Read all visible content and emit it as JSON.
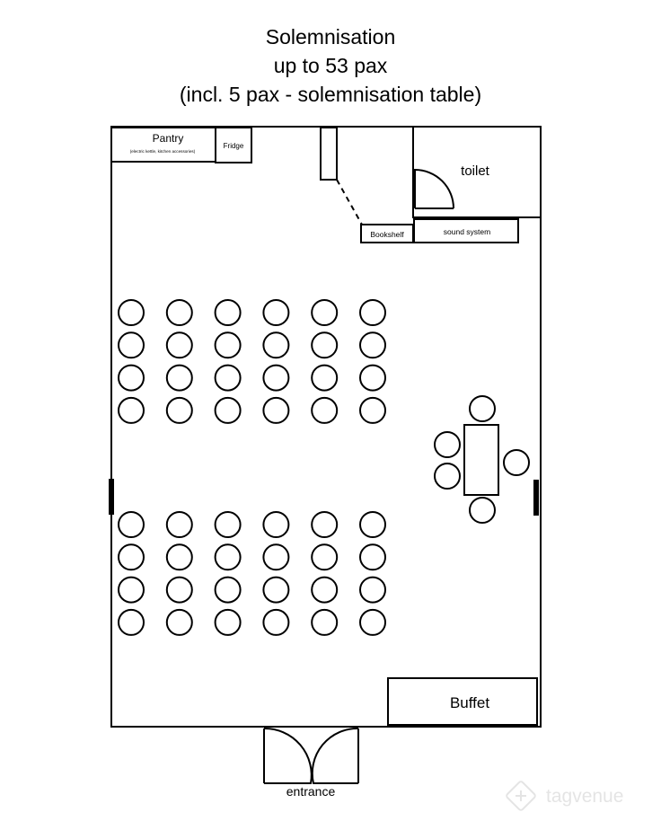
{
  "heading": {
    "line1": "Solemnisation",
    "line2": "up to 53 pax",
    "line3": "(incl. 5 pax - solemnisation table)"
  },
  "rooms": {
    "pantry": "Pantry",
    "pantry_note": "(electric kettle, kitchen accessories)",
    "fridge": "Fridge",
    "toilet": "toilet",
    "bookshelf": "Bookshelf",
    "sound_system": "sound system",
    "buffet": "Buffet",
    "entrance": "entrance"
  },
  "seating": {
    "blocks": [
      {
        "rows": 4,
        "cols": 6
      },
      {
        "rows": 4,
        "cols": 6
      }
    ],
    "solemnisation_table": {
      "seats": 5
    }
  },
  "watermark": {
    "text": "tagvenue",
    "icon": "tagvenue-logo-icon"
  }
}
